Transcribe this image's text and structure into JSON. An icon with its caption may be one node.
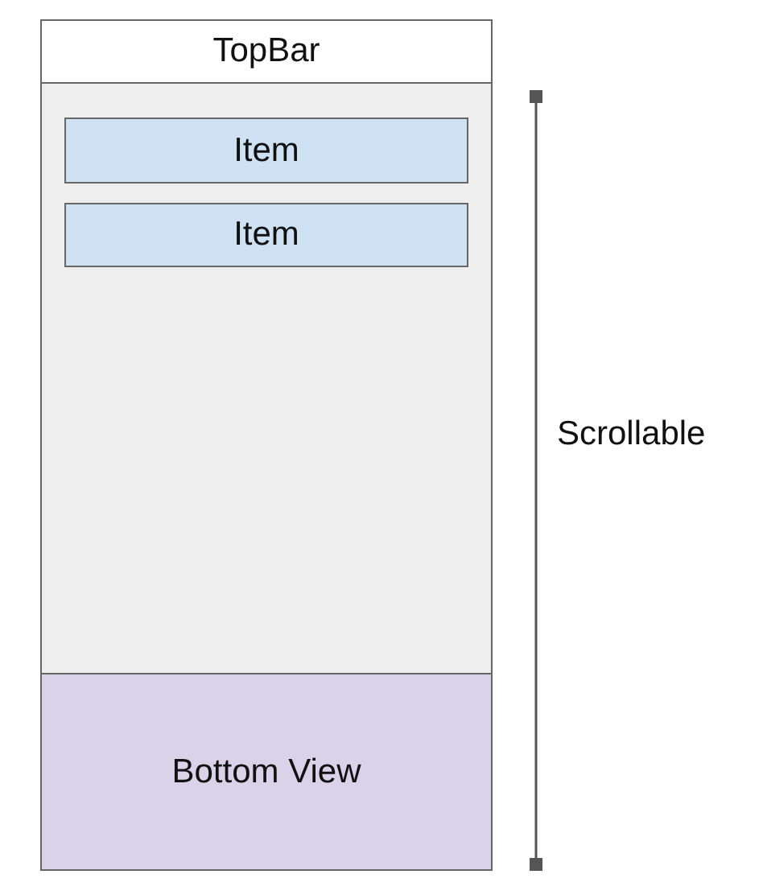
{
  "diagram": {
    "nodes": [
      {
        "text": [],
        "shape": "box"
      },
      {
        "text": [
          "TopBar"
        ],
        "in": 0
      },
      {
        "text": [],
        "shape": "box",
        "in": 0
      },
      {
        "text": [
          "Item"
        ],
        "in": 2
      },
      {
        "text": [
          "Item"
        ],
        "in": 2
      },
      {
        "text": [
          "Bottom View"
        ],
        "in": 0
      }
    ],
    "edges": [],
    "labels": [
      "Scrollable"
    ]
  }
}
